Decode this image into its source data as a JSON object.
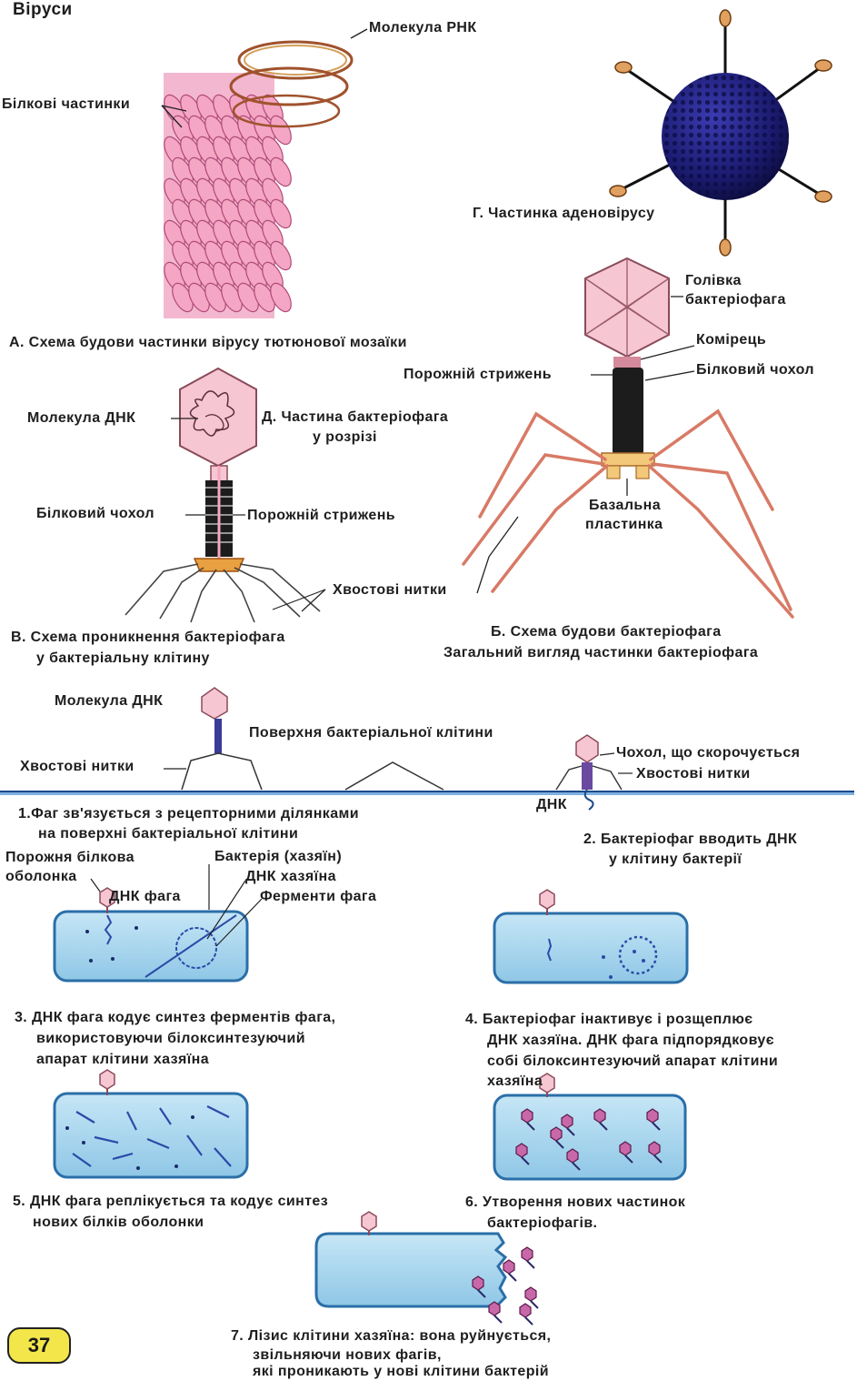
{
  "page_title": "Віруси",
  "page_number": "37",
  "figures": {
    "a": {
      "label_rna": "Молекула РНК",
      "label_protein": "Білкові частинки",
      "caption": "А. Схема будови частинки вірусу тютюнової мозаїки"
    },
    "g": {
      "caption": "Г. Частинка аденовірусу"
    },
    "b": {
      "label_head_1": "Голівка",
      "label_head_2": "бактеріофага",
      "label_collar": "Комірець",
      "label_core": "Порожній стрижень",
      "label_sheath": "Білковий чохол",
      "label_base_1": "Базальна",
      "label_base_2": "пластинка",
      "caption_1": "Б. Схема будови бактеріофага",
      "caption_2": "Загальний вигляд частинки бактеріофага"
    },
    "d": {
      "label_dna": "Молекула ДНК",
      "caption_1": "Д. Частина бактеріофага",
      "caption_2": "у розрізі"
    },
    "v": {
      "label_sheath": "Білковий чохол",
      "label_core": "Порожній стрижень",
      "label_tail": "Хвостові нитки",
      "caption_1": "В. Схема проникнення бактеріофага",
      "caption_2": "у бактеріальну клітину"
    }
  },
  "steps": {
    "surface_dna": "Молекула ДНК",
    "surface_label": "Поверхня бактеріальної клітини",
    "surface_tail": "Хвостові нитки",
    "sheath_contracts": "Чохол, що скорочується",
    "tail_fibers_2": "Хвостові нитки",
    "dna_label": "ДНК",
    "step1_a": "1.Фаг зв'язується з рецепторними ділянками",
    "step1_b": "на поверхні бактеріальної клітини",
    "step2_a": "2. Бактеріофаг вводить ДНК",
    "step2_b": "у клітину бактерії",
    "empty_shell_a": "Порожня білкова",
    "empty_shell_b": "оболонка",
    "host_bacterium": "Бактерія (хазяїн)",
    "phage_dna": "ДНК фага",
    "host_dna": "ДНК хазяїна",
    "phage_enzymes": "Ферменти фага",
    "step3_a": "3. ДНК фага кодує синтез ферментів фага,",
    "step3_b": "використовуючи білоксинтезуючий",
    "step3_c": "апарат клітини хазяїна",
    "step4_a": "4. Бактеріофаг інактивує і розщеплює",
    "step4_b": "ДНК хазяїна. ДНК фага підпорядковує",
    "step4_c": "собі білоксинтезуючий апарат клітини",
    "step4_d": "хазяїна",
    "step5_a": "5. ДНК фага реплікується та кодує синтез",
    "step5_b": "нових білків оболонки",
    "step6_a": "6. Утворення нових частинок",
    "step6_b": "бактеріофагів.",
    "step7_a": "7. Лізис клітини хазяїна: вона руйнується,",
    "step7_b": "звільняючи нових фагів,",
    "step7_c": "які проникають у нові клітини бактерій"
  },
  "colors": {
    "capsid_pink": "#f4a6c4",
    "adeno_blue": "#1a1a6e",
    "cell_blue": "#a9d6ee",
    "cell_border": "#2a6fa8",
    "rod_black": "#1c1c1c",
    "page_badge": "#f3e64a"
  }
}
